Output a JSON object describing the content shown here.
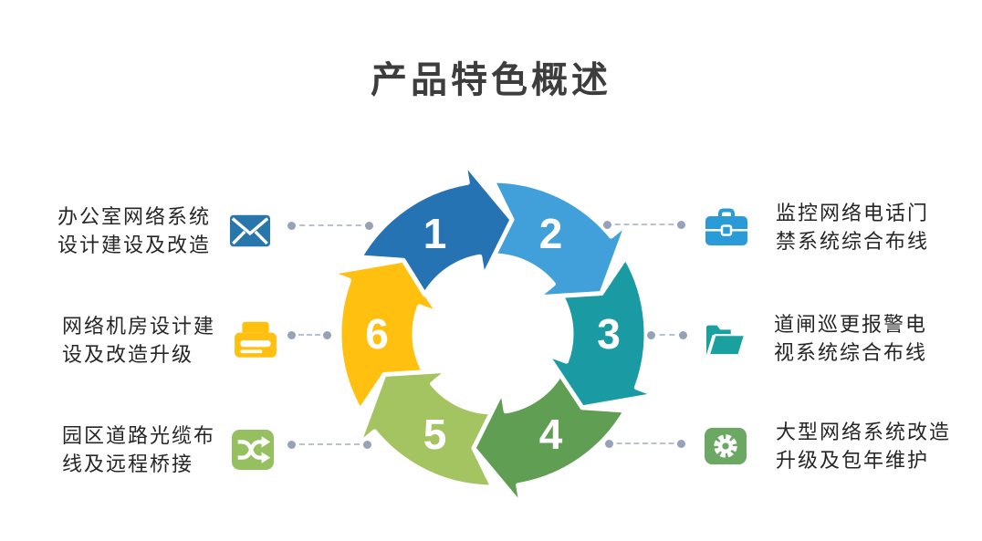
{
  "title": "产品特色概述",
  "palette": {
    "title_color": "#3d3d3d",
    "text_color": "#262626",
    "connector_line": "#b7c0d4",
    "connector_dot": "#97a1b8",
    "ring_outline": "#ffffff",
    "number_color": "#ffffff"
  },
  "diagram": {
    "type": "circular-process-ring",
    "direction": "clockwise",
    "segments": [
      {
        "number": "1",
        "color": "#2573B3",
        "start_angle": -60,
        "end_angle": 0
      },
      {
        "number": "2",
        "color": "#41A0D9",
        "start_angle": 0,
        "end_angle": 60
      },
      {
        "number": "3",
        "color": "#1A9BA4",
        "start_angle": 60,
        "end_angle": 120
      },
      {
        "number": "4",
        "color": "#5F9E53",
        "start_angle": 120,
        "end_angle": 180
      },
      {
        "number": "5",
        "color": "#A4C461",
        "start_angle": 180,
        "end_angle": 240
      },
      {
        "number": "6",
        "color": "#FFC010",
        "start_angle": 240,
        "end_angle": 300
      }
    ]
  },
  "features": {
    "left": [
      {
        "lines": [
          "办公室网络系统",
          "设计建设及改造"
        ],
        "icon": "envelope-icon",
        "icon_color": "#2976AC"
      },
      {
        "lines": [
          "网络机房设计建",
          "设及改造升级"
        ],
        "icon": "printer-icon",
        "icon_color": "#FFC010"
      },
      {
        "lines": [
          "园区道路光缆布",
          "线及远程桥接"
        ],
        "icon": "shuffle-icon",
        "icon_color": "#96C060"
      }
    ],
    "right": [
      {
        "lines": [
          "监控网络电话门",
          "禁系统综合布线"
        ],
        "icon": "briefcase-icon",
        "icon_color": "#299BD8"
      },
      {
        "lines": [
          "道闸巡更报警电",
          "视系统综合布线"
        ],
        "icon": "folder-icon",
        "icon_color": "#1AA09E"
      },
      {
        "lines": [
          "大型网络系统改造",
          "升级及包年维护"
        ],
        "icon": "gear-icon",
        "icon_color": "#6AA864"
      }
    ]
  }
}
